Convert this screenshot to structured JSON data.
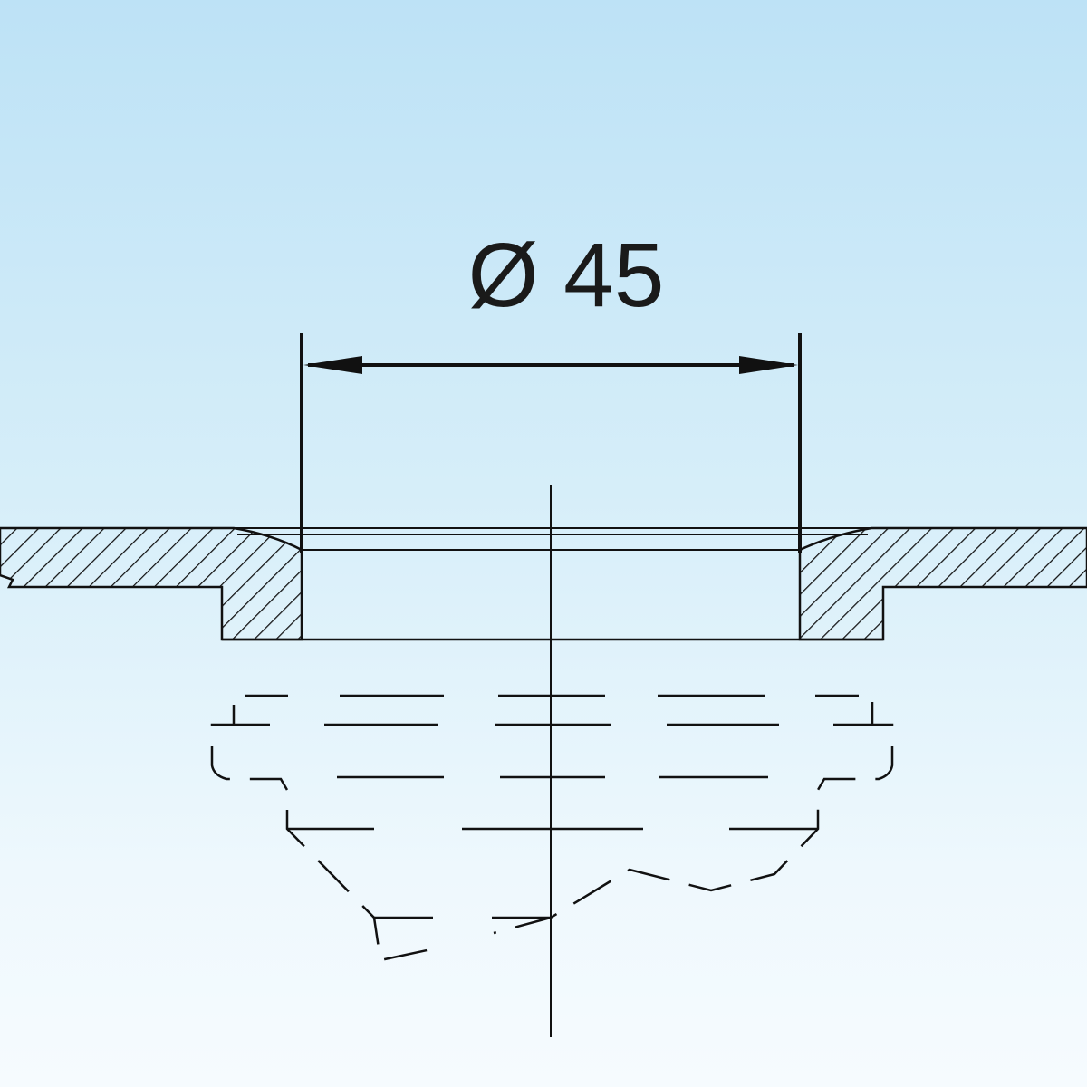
{
  "dimension": {
    "label": "Ø 45",
    "value": 45,
    "symbol": "Ø"
  },
  "colors": {
    "line": "#111111",
    "background_top": "#bde2f6",
    "background_bottom": "#f6fbfe"
  }
}
